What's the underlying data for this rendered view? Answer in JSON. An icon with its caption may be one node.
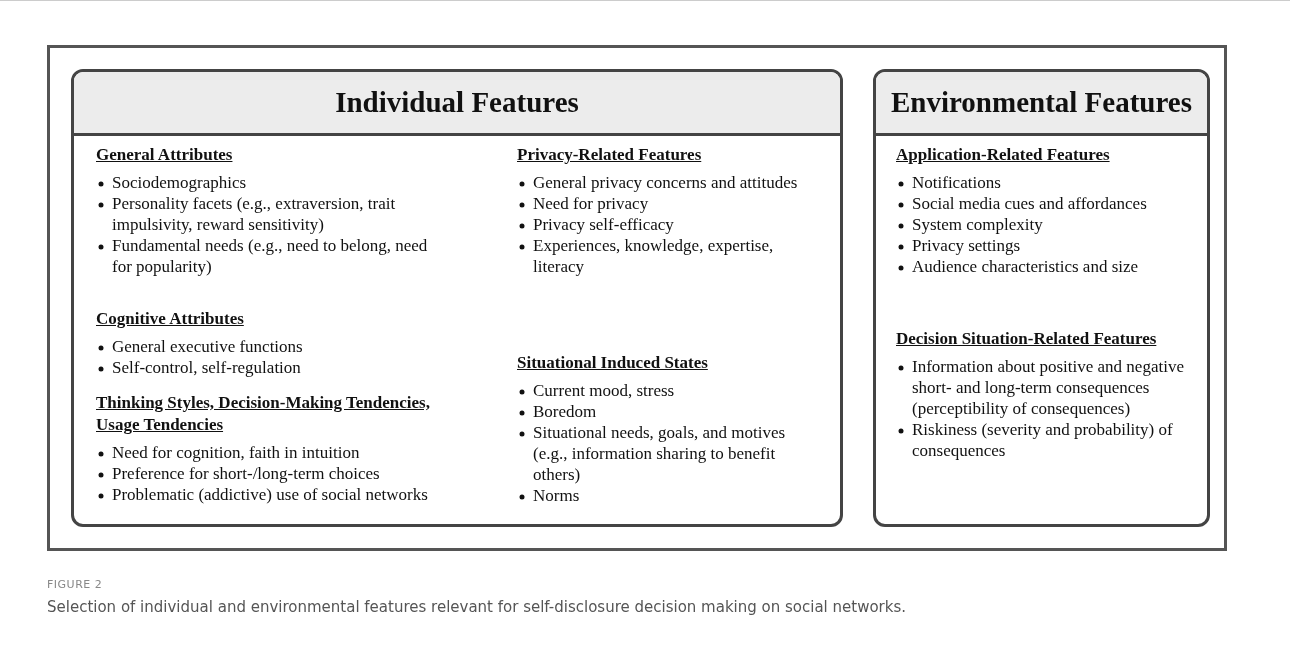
{
  "diagram": {
    "caption": "Selection of individual and environmental features relevant for self-disclosure decision making on social networks.",
    "nodes": [
      {
        "text": [],
        "shape": "box"
      },
      {
        "text": [
          "Individual Features"
        ],
        "in": 0
      },
      {
        "text": [
          "Environmental Features"
        ],
        "in": 0
      },
      {
        "text": [
          "General Attributes",
          "Sociodemographics",
          "Personality facets (e.g., extraversion, trait impulsivity, reward sensitivity)",
          "Fundamental needs (e.g., need to belong, need for popularity)"
        ],
        "in": 1
      },
      {
        "text": [
          "Cognitive Attributes",
          "General executive functions",
          "Self-control, self-regulation"
        ],
        "in": 1
      },
      {
        "text": [
          "Thinking Styles, Decision-Making Tendencies, Usage Tendencies",
          "Need for cognition, faith in intuition",
          "Preference for short-/long-term choices",
          "Problematic (addictive) use of social networks"
        ],
        "in": 1
      },
      {
        "text": [
          "Privacy-Related Features",
          "General privacy concerns and attitudes",
          "Need for privacy",
          "Privacy self-efficacy",
          "Experiences, knowledge, expertise, literacy"
        ],
        "in": 1
      },
      {
        "text": [
          "Situational Induced States",
          "Current mood, stress",
          "Boredom",
          "Situational needs, goals, and motives  (e.g., information sharing to benefit others)",
          "Norms"
        ],
        "in": 1
      },
      {
        "text": [
          "Application-Related Features",
          "Notifications",
          "Social media cues and affordances",
          "System complexity",
          "Privacy settings",
          "Audience characteristics and size"
        ],
        "in": 2
      },
      {
        "text": [
          "Decision Situation-Related Features",
          "Information about positive and negative short- and long-term consequences (perceptibility of consequences)",
          "Riskiness (severity and probability) of consequences"
        ],
        "in": 2
      }
    ],
    "labels": [
      "FIGURE 2"
    ]
  }
}
